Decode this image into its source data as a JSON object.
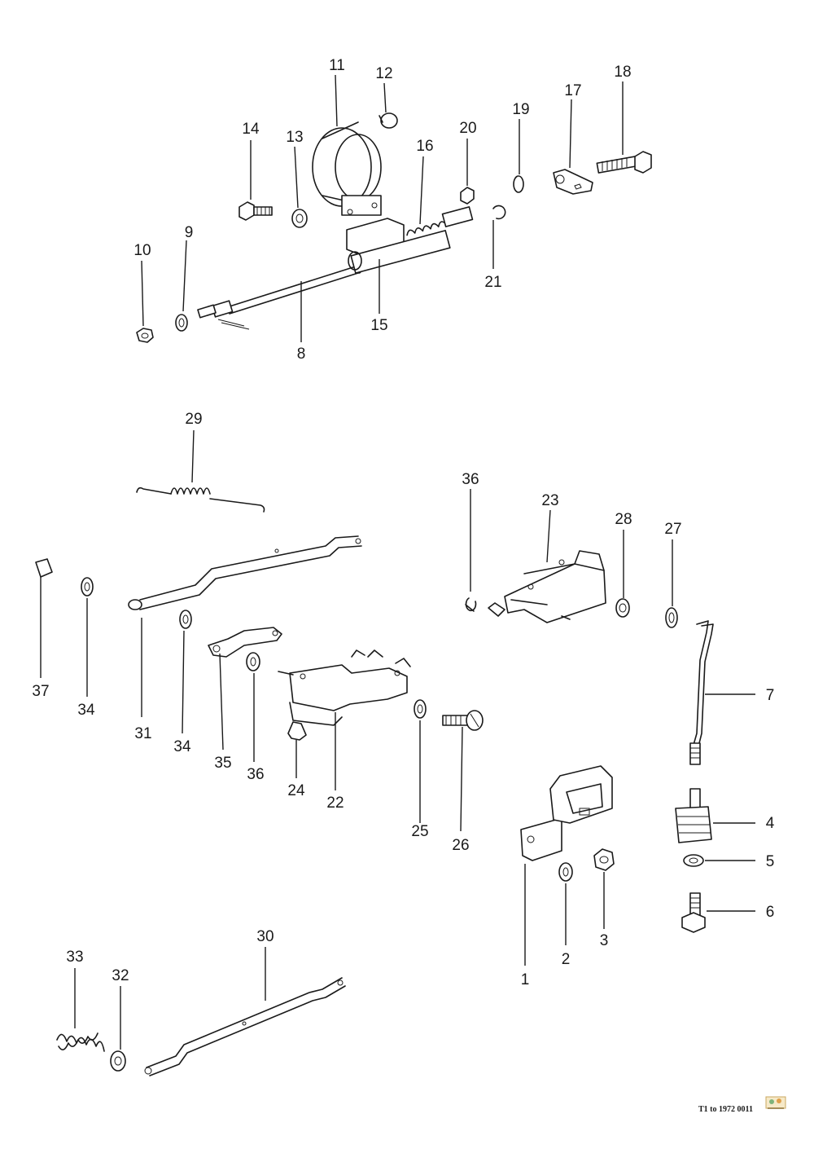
{
  "diagram": {
    "title": "Exploded parts diagram",
    "callouts": [
      {
        "id": "c1",
        "label": "1"
      },
      {
        "id": "c2",
        "label": "2"
      },
      {
        "id": "c3",
        "label": "3"
      },
      {
        "id": "c4",
        "label": "4"
      },
      {
        "id": "c5",
        "label": "5"
      },
      {
        "id": "c6",
        "label": "6"
      },
      {
        "id": "c7",
        "label": "7"
      },
      {
        "id": "c8",
        "label": "8"
      },
      {
        "id": "c9",
        "label": "9"
      },
      {
        "id": "c10",
        "label": "10"
      },
      {
        "id": "c11",
        "label": "11"
      },
      {
        "id": "c12",
        "label": "12"
      },
      {
        "id": "c13",
        "label": "13"
      },
      {
        "id": "c14",
        "label": "14"
      },
      {
        "id": "c15",
        "label": "15"
      },
      {
        "id": "c16",
        "label": "16"
      },
      {
        "id": "c17",
        "label": "17"
      },
      {
        "id": "c18",
        "label": "18"
      },
      {
        "id": "c19",
        "label": "19"
      },
      {
        "id": "c20",
        "label": "20"
      },
      {
        "id": "c21",
        "label": "21"
      },
      {
        "id": "c22",
        "label": "22"
      },
      {
        "id": "c23",
        "label": "23"
      },
      {
        "id": "c24",
        "label": "24"
      },
      {
        "id": "c25",
        "label": "25"
      },
      {
        "id": "c26",
        "label": "26"
      },
      {
        "id": "c27",
        "label": "27"
      },
      {
        "id": "c28",
        "label": "28"
      },
      {
        "id": "c29",
        "label": "29"
      },
      {
        "id": "c30",
        "label": "30"
      },
      {
        "id": "c31",
        "label": "31"
      },
      {
        "id": "c32",
        "label": "32"
      },
      {
        "id": "c33",
        "label": "33"
      },
      {
        "id": "c34a",
        "label": "34"
      },
      {
        "id": "c34b",
        "label": "34"
      },
      {
        "id": "c35",
        "label": "35"
      },
      {
        "id": "c36a",
        "label": "36"
      },
      {
        "id": "c36b",
        "label": "36"
      },
      {
        "id": "c37",
        "label": "37"
      }
    ]
  },
  "footer": {
    "reference": "T1 to 1972 0011"
  },
  "colors": {
    "ink": "#1a1a1a",
    "paper": "#ffffff"
  }
}
